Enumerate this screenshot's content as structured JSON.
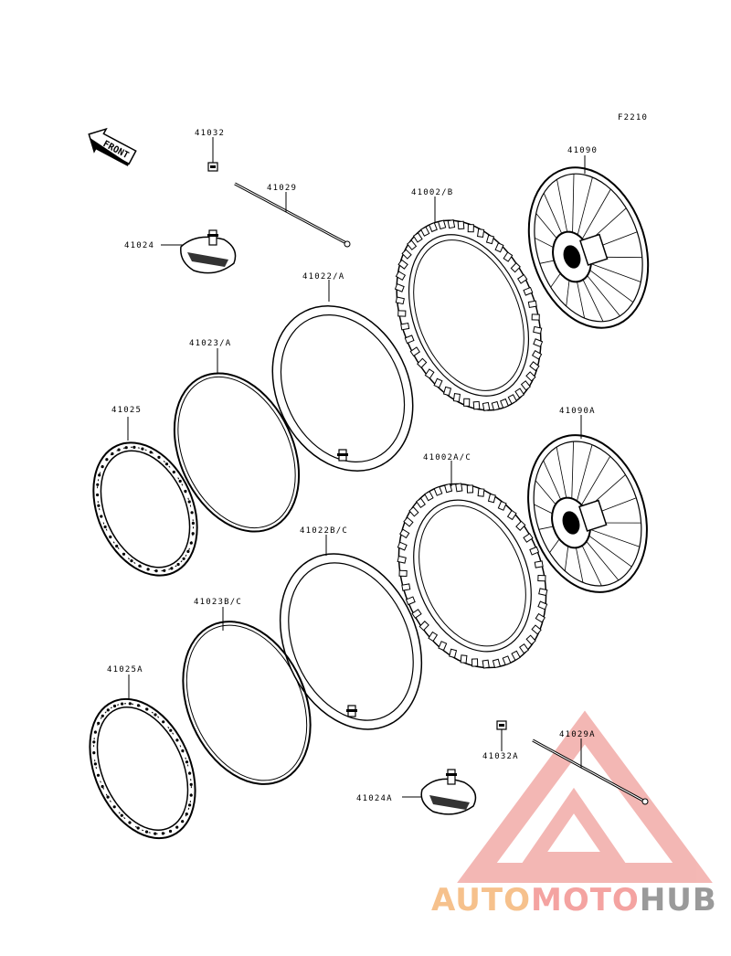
{
  "figure_code": "F2210",
  "front_label": "FRONT",
  "labels": {
    "p41032": "41032",
    "p41029": "41029",
    "p41024": "41024",
    "p41022A": "41022/A",
    "p41023A": "41023/A",
    "p41025": "41025",
    "p41002B": "41002/B",
    "p41090": "41090",
    "p41090A": "41090A",
    "p41002AC": "41002A/C",
    "p41022BC": "41022B/C",
    "p41023BC": "41023B/C",
    "p41025A": "41025A",
    "p41029A": "41029A",
    "p41032A": "41032A",
    "p41024A": "41024A"
  },
  "watermark": {
    "part1": "AUTO",
    "part2": "MOTO",
    "part3": "HUB",
    "color1": "#f6c18c",
    "color2": "#f4a3a1",
    "color3": "#9a9a9a"
  },
  "colors": {
    "line": "#000000",
    "watermark_logo": "#f0a09c"
  }
}
